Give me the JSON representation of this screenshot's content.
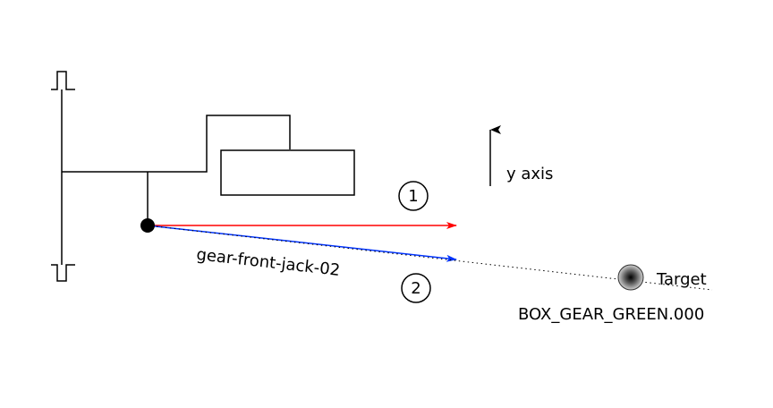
{
  "labels": {
    "y_axis": "y axis",
    "marker_1": "1",
    "marker_2": "2",
    "bone_name": "gear-front-jack-02",
    "target": "Target",
    "target_object": "BOX_GEAR_GREEN.000"
  },
  "colors": {
    "arrow_1": "#ff0000",
    "arrow_2": "#0033ff",
    "stroke": "#000000",
    "background": "#ffffff"
  }
}
